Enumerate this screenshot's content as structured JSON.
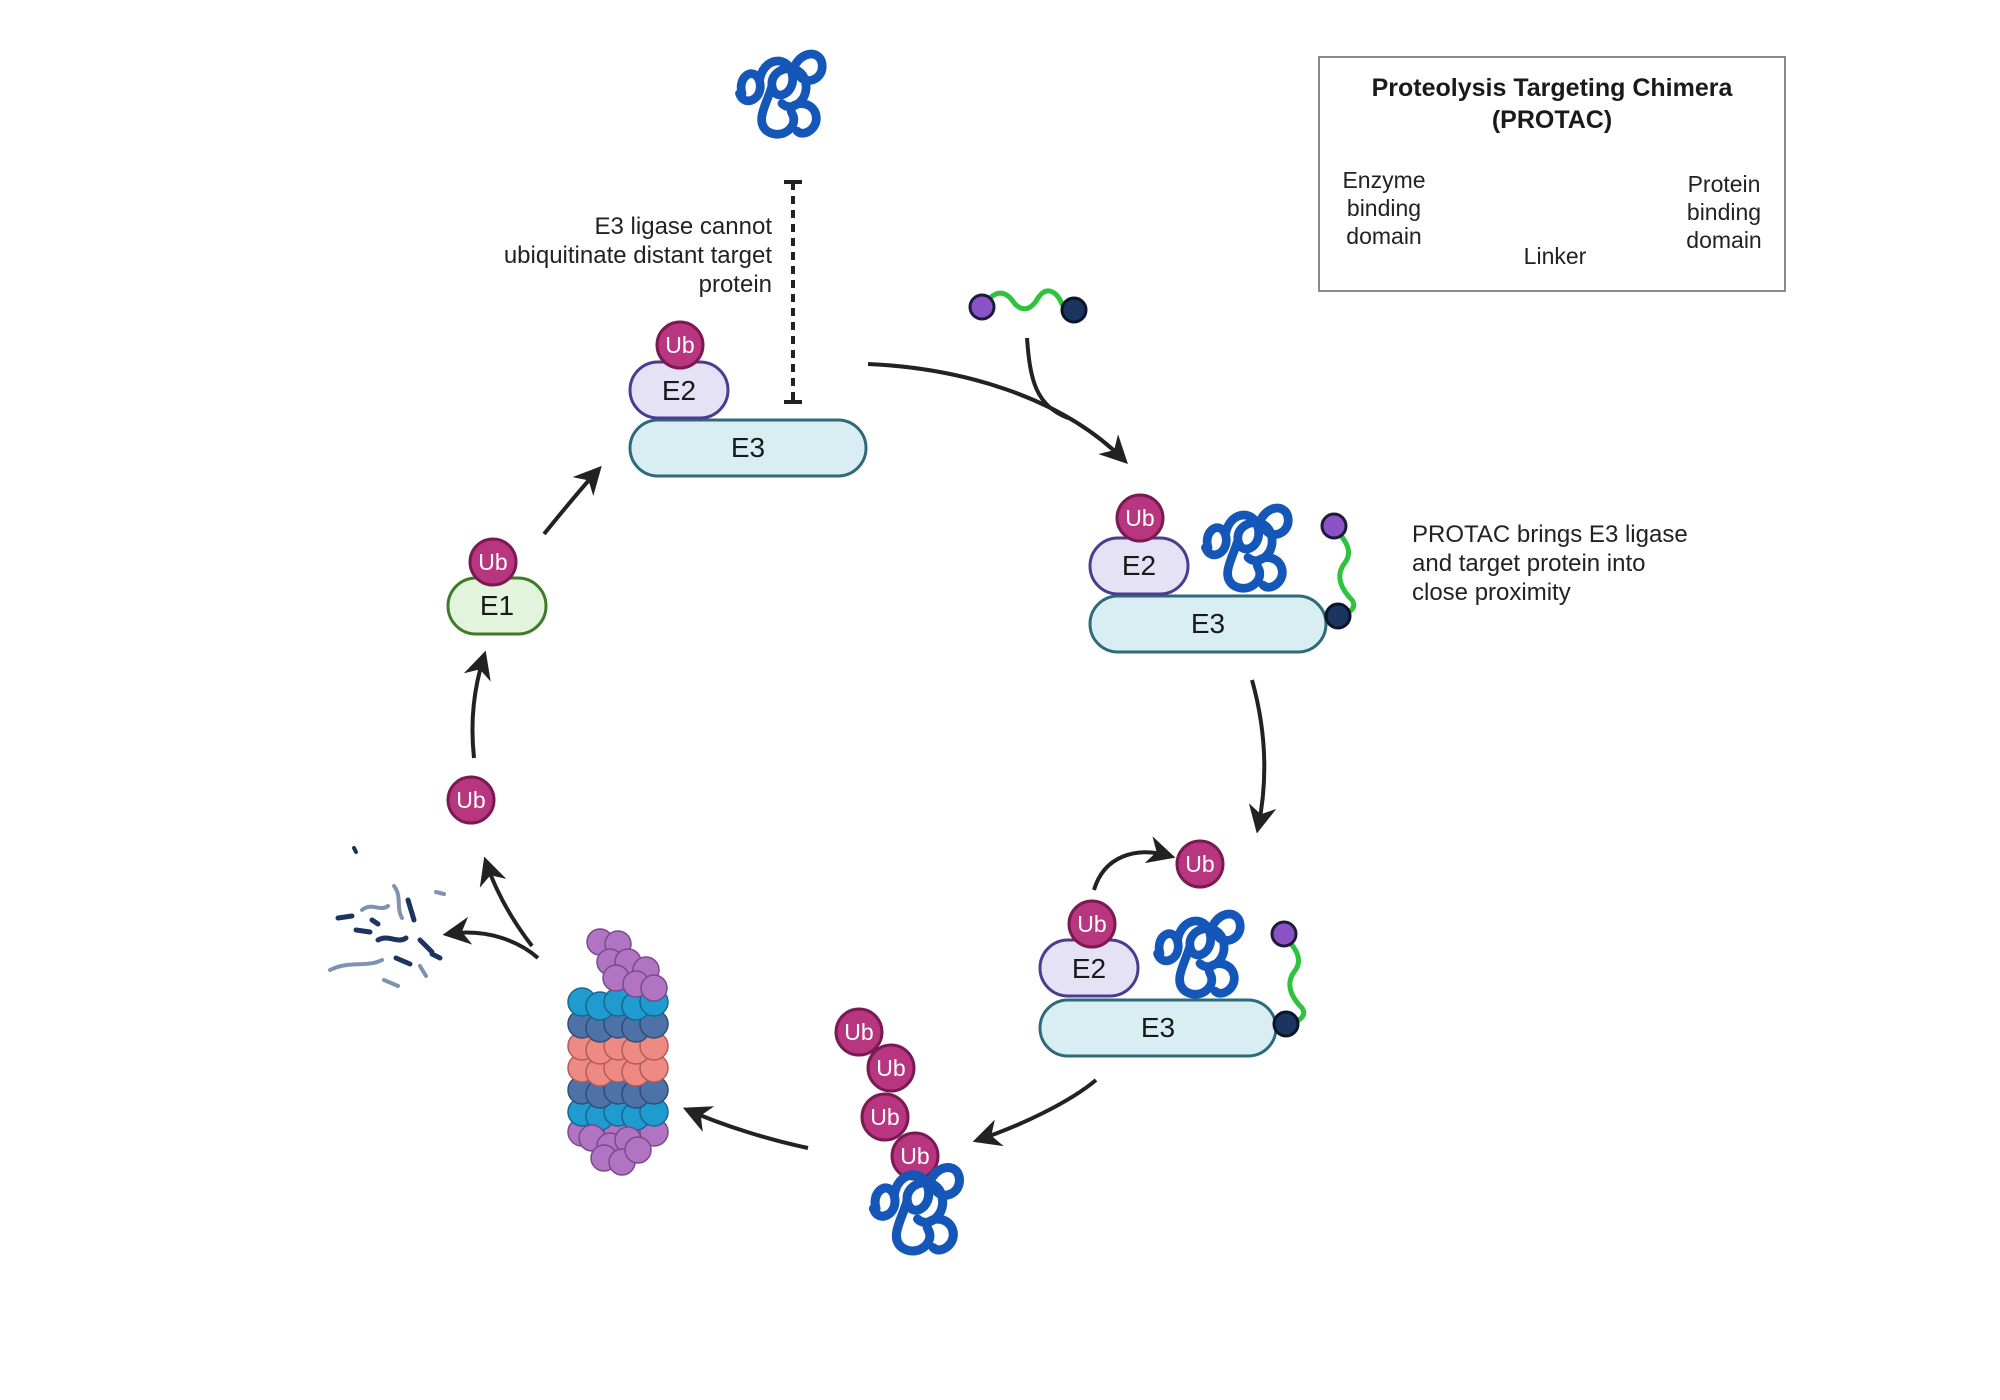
{
  "legend": {
    "title_line1": "Proteolysis Targeting Chimera",
    "title_line2": "(PROTAC)",
    "enzyme_line1": "Enzyme",
    "enzyme_line2": "binding",
    "enzyme_line3": "domain",
    "protein_line1": "Protein",
    "protein_line2": "binding",
    "protein_line3": "domain",
    "linker": "Linker"
  },
  "notes": {
    "no_ubiquitination_line1": "E3 ligase cannot",
    "no_ubiquitination_line2": "ubiquitinate distant target",
    "no_ubiquitination_line3": "protein",
    "protac_line1": "PROTAC brings E3 ligase",
    "protac_line2": "and target protein into",
    "protac_line3": "close proximity"
  },
  "labels": {
    "ub": "Ub",
    "e1": "E1",
    "e2": "E2",
    "e3": "E3"
  },
  "colors": {
    "ub_fill": "#b8357f",
    "ub_stroke": "#7a1a52",
    "e1_fill": "#e2f5dc",
    "e1_stroke": "#3f7a2a",
    "e2_fill": "#e6e2f5",
    "e2_stroke": "#4a3c8e",
    "e3_fill": "#d8eef3",
    "e3_stroke": "#2f6a7a",
    "protein": "#1457b8",
    "linker": "#2fc23d",
    "enzyme_domain": "#8a52c4",
    "protein_domain": "#1c3460",
    "arrow": "#222222"
  }
}
